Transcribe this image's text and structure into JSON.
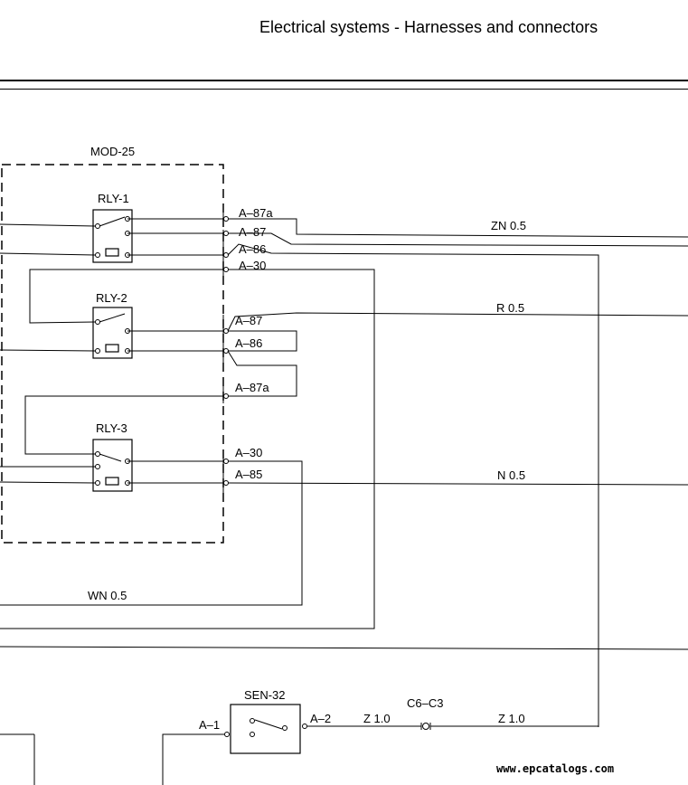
{
  "header": {
    "title": "Electrical systems - Harnesses and connectors"
  },
  "diagram": {
    "module": "MOD-25",
    "relays": [
      "RLY-1",
      "RLY-2",
      "RLY-3"
    ],
    "pins": {
      "a87a_top": "A–87a",
      "a87_top": "A–87",
      "a86_top": "A–86",
      "a30_top": "A–30",
      "a87_mid": "A–87",
      "a86_mid": "A–86",
      "a87a_mid": "A–87a",
      "a30_low": "A–30",
      "a85_low": "A–85"
    },
    "wires": {
      "zn": "ZN 0.5",
      "r": "R 0.5",
      "n": "N 0.5",
      "wn": "WN 0.5",
      "z_left": "Z 1.0",
      "z_right": "Z 1.0"
    },
    "sensor": {
      "name": "SEN-32",
      "pin_left": "A–1",
      "pin_right": "A–2"
    },
    "connector": "C6–C3"
  },
  "footer": {
    "watermark": "www.epcatalogs.com"
  }
}
